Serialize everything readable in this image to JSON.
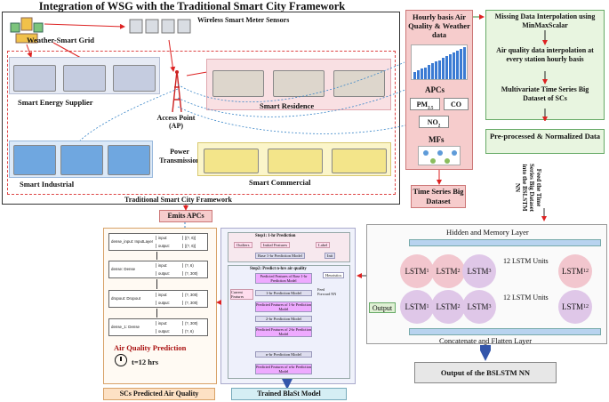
{
  "title": "Integration of WSG with the Traditional Smart City Framework",
  "city": {
    "weather_grid": "Weather-Smart Grid",
    "meter_sensors": "Wireless Smart Meter Sensors",
    "energy_supplier": "Smart Energy Supplier",
    "residence": "Smart Residence",
    "access_point": "Access Point (AP)",
    "power_transmission": "Power Transmission",
    "industrial": "Smart Industrial",
    "commercial": "Smart Commercial",
    "framework_caption": "Traditional Smart City Framework",
    "emits": "Emits APCs"
  },
  "data_panel": {
    "hourly": "Hourly basis Air Quality & Weather data",
    "apcs": "APCs",
    "pm": "PM",
    "pm_sub": "2.5",
    "co": "CO",
    "no": "NO",
    "no_sub": "2",
    "mfs": "MFs",
    "timeseries": "Time Series Big Dataset"
  },
  "preprocess": {
    "step1": "Missing Data Interpolation using MinMaxScalar",
    "step2": "Air quality data interpolation at every station hourly basis",
    "step3": "Multivariate Time Series Big Dataset of SCs",
    "step4": "Pre-processed & Normalized Data",
    "feed": "Feed the Time Series Big Dataset into the BSLSTM NN"
  },
  "lstm": {
    "hidden_layer": "Hidden and Memory Layer",
    "units_label": "12 LSTM Units",
    "cell": "LSTM",
    "subs": [
      "1",
      "2",
      "3",
      "12"
    ],
    "output_label": "Output",
    "concat": "Concatenate and Flatten Layer",
    "output_nn": "Output of the BSLSTM NN"
  },
  "dense": {
    "rows": [
      {
        "name": "dense_input: InputLayer",
        "in_lbl": "input:",
        "in_val": "[(?, 6)]",
        "out_lbl": "output:",
        "out_val": "[(?, 6)]"
      },
      {
        "name": "dense: Dense",
        "in_lbl": "input:",
        "in_val": "(?, 6)",
        "out_lbl": "output:",
        "out_val": "(?, 300)"
      },
      {
        "name": "dropout: Dropout",
        "in_lbl": "input:",
        "in_val": "(?, 300)",
        "out_lbl": "output:",
        "out_val": "(?, 300)"
      },
      {
        "name": "dense_1: Dense",
        "in_lbl": "input:",
        "in_val": "(?, 300)",
        "out_lbl": "output:",
        "out_val": "(?, 6)"
      }
    ],
    "aqp": "Air Quality Prediction",
    "hrs": "t=12 hrs",
    "sc_pred": "SCs Predicted Air Quality"
  },
  "blast": {
    "step1": "Step1: 1-hr Prediction",
    "outliers": "Outliers",
    "initial_features": "Initial Features",
    "label": "Label",
    "base_model": "Base 1-hr Prediction Model",
    "init": "Init",
    "step2": "Step2: Predict n-hrs air quality",
    "heuristics": "Heuristics",
    "pf1": "Predicted Features of Base 1-hr Prediction Model",
    "current_features": "Current Features",
    "m1": "1-hr Prediction Model",
    "pf2": "Predicted Features of 1-hr Prediction Model",
    "m2": "2-hr Prediction Model",
    "pf3": "Predicted Features of 2-hr Prediction Model",
    "mn": "n-hr Prediction Model",
    "pfn": "Predicted Features of n-hr Prediction Model",
    "feed_forward": "Feed Forward NN",
    "trained": "Trained BlaSt Model"
  }
}
